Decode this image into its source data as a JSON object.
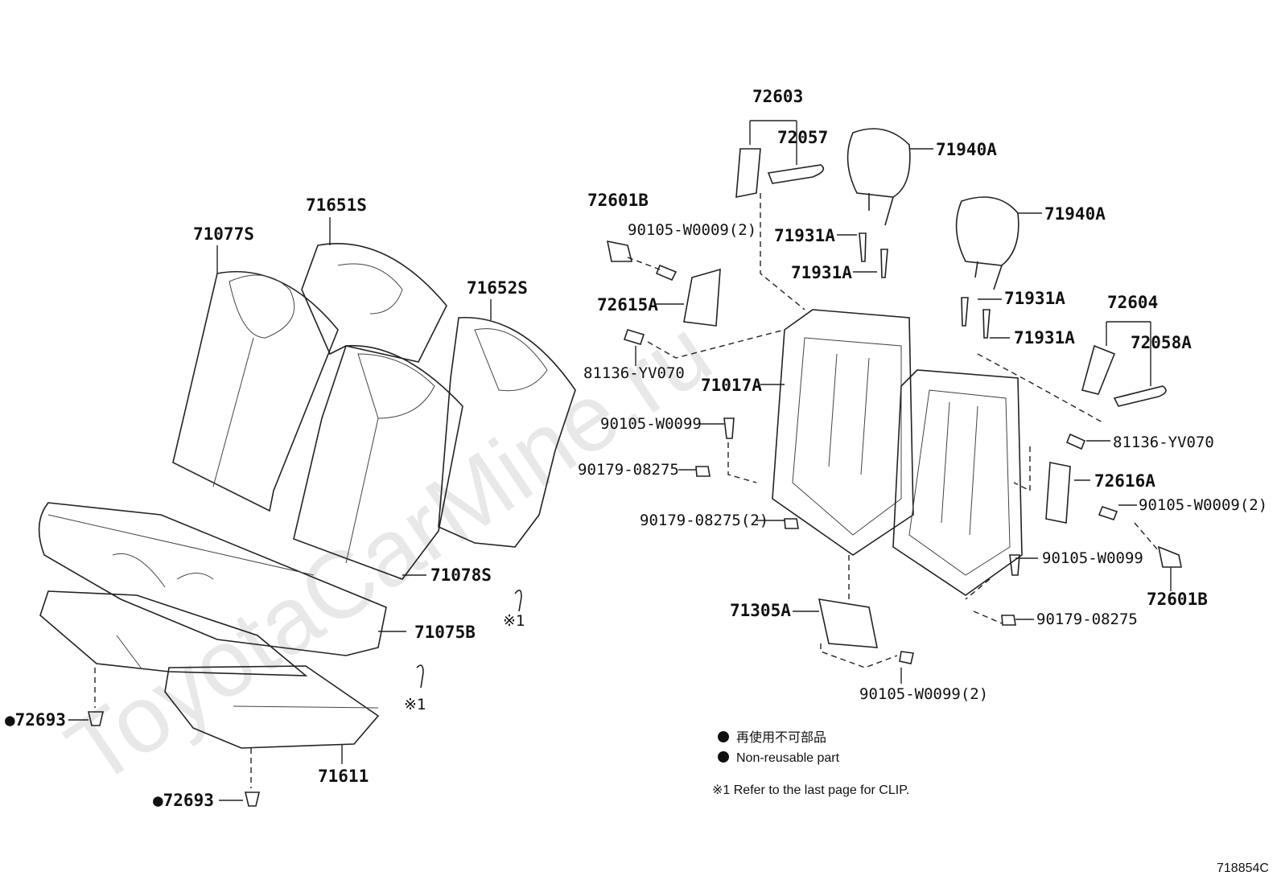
{
  "watermark": "ToyotaCarMine.ru",
  "labels": {
    "p71077S": "71077S",
    "p71651S": "71651S",
    "p71652S": "71652S",
    "p71078S": "71078S",
    "p71075B": "71075B",
    "p71611": "71611",
    "p72693a": "●72693",
    "p72693b": "●72693",
    "clip1": "※1",
    "clip2": "※1",
    "p72603": "72603",
    "p72057": "72057",
    "p71940A_1": "71940A",
    "p71940A_2": "71940A",
    "p72601B_l": "72601B",
    "p90105_W0009_2_top": "90105-W0009(2)",
    "p71931A_1": "71931A",
    "p71931A_2": "71931A",
    "p71931A_3": "71931A",
    "p71931A_4": "71931A",
    "p72615A": "72615A",
    "p72604": "72604",
    "p72058A": "72058A",
    "p81136_l": "81136-YV070",
    "p71017A": "71017A",
    "p90105_W0099_l": "90105-W0099",
    "p81136_r": "81136-YV070",
    "p90179_08275_l": "90179-08275",
    "p72616A": "72616A",
    "p90105_W0009_2_r": "90105-W0009(2)",
    "p90179_08275_2": "90179-08275(2)",
    "p90105_W0099_r": "90105-W0099",
    "p72601B_r": "72601B",
    "p71305A": "71305A",
    "p90179_08275_r": "90179-08275",
    "p90105_W0099_2": "90105-W0099(2)"
  },
  "legend": {
    "jp": "再使用不可部品",
    "en": "Non-reusable part",
    "note": "※1 Refer to the last page for CLIP."
  },
  "footer_code": "718854C"
}
